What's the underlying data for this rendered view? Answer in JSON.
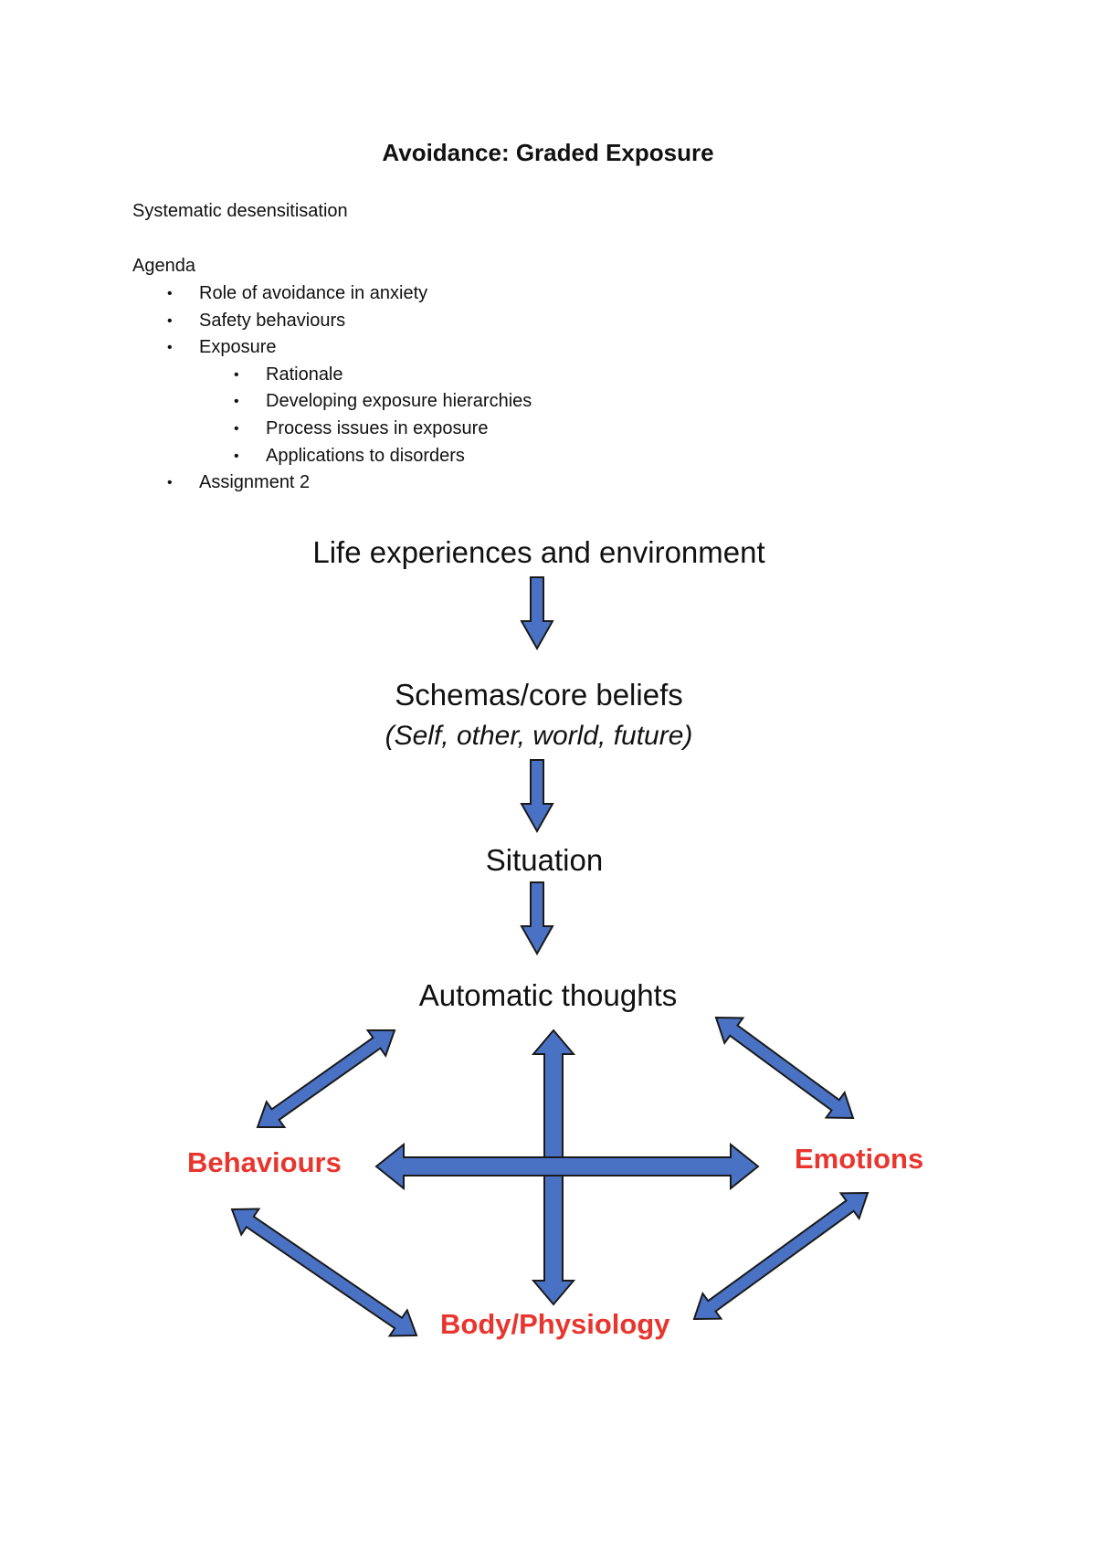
{
  "document": {
    "title": "Avoidance: Graded Exposure",
    "subtitle": "Systematic desensitisation",
    "agenda_heading": "Agenda",
    "agenda_items": [
      {
        "level": 1,
        "text": "Role of avoidance in anxiety"
      },
      {
        "level": 1,
        "text": "Safety behaviours"
      },
      {
        "level": 1,
        "text": "Exposure"
      },
      {
        "level": 2,
        "text": "Rationale"
      },
      {
        "level": 2,
        "text": "Developing exposure hierarchies"
      },
      {
        "level": 2,
        "text": "Process issues in exposure"
      },
      {
        "level": 2,
        "text": "Applications to disorders"
      },
      {
        "level": 1,
        "text": "Assignment 2"
      }
    ]
  },
  "diagram": {
    "life_experiences": "Life experiences and environment",
    "schemas": "Schemas/core beliefs",
    "schemas_detail": "(Self, other, world, future)",
    "situation": "Situation",
    "automatic_thoughts": "Automatic thoughts",
    "behaviours": "Behaviours",
    "emotions": "Emotions",
    "body": "Body/Physiology",
    "colors": {
      "arrow_fill": "#4a72c4",
      "arrow_stroke": "#1a1a1a",
      "highlight_text": "#e8352e"
    }
  }
}
